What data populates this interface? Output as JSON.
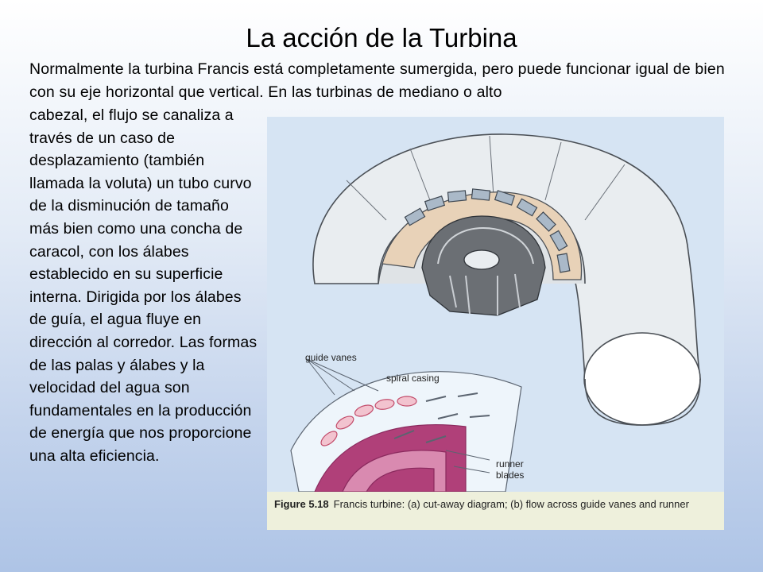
{
  "slide": {
    "title": "La acción de la Turbina",
    "intro": "Normalmente la turbina Francis está completamente sumergida, pero puede funcionar igual de bien con su eje horizontal que vertical. En las turbinas de mediano o alto",
    "body": "cabezal, el flujo se canaliza a través de un caso de desplazamiento (también llamada la voluta) un tubo curvo de la disminución de tamaño más bien como una concha de caracol, con los álabes establecido en su superficie interna. Dirigida por los álabes de guía, el agua fluye en dirección al corredor. Las formas de las palas y álabes y la velocidad del agua son fundamentales en la producción de energía que nos proporcione una alta eficiencia."
  },
  "figure": {
    "labels": {
      "guide_vanes": "guide vanes",
      "spiral_casing": "spiral casing",
      "runner": "runner",
      "blades": "blades"
    },
    "caption_number": "Figure 5.18",
    "caption_text": "Francis turbine: (a) cut-away diagram; (b) flow across guide vanes and runner",
    "colors": {
      "background": "#d6e4f3",
      "casing": "#e8ecef",
      "runner": "#a8336b",
      "arrows": "#e05a6a"
    }
  }
}
